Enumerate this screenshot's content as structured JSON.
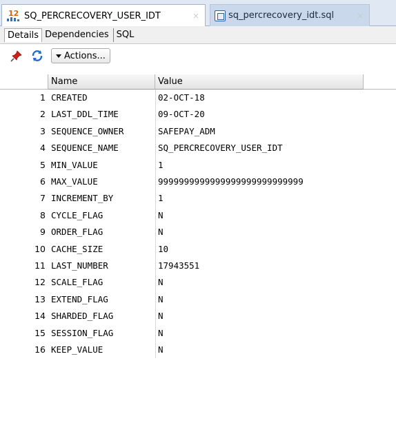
{
  "editor_tabs": [
    {
      "label": "SQ_PERCRECOVERY_USER_IDT",
      "icon": "sequence-icon",
      "icon_text": "12",
      "active": true
    },
    {
      "label": "sq_percrecovery_idt.sql",
      "icon": "sql-file-icon",
      "active": false
    }
  ],
  "close_glyph": "×",
  "sub_tabs": [
    "Details",
    "Dependencies",
    "SQL"
  ],
  "toolbar": {
    "actions_label": "Actions..."
  },
  "grid": {
    "columns": [
      "Name",
      "Value"
    ],
    "rows": [
      {
        "n": "1",
        "name": "CREATED",
        "value": "02-OCT-18"
      },
      {
        "n": "2",
        "name": "LAST_DDL_TIME",
        "value": "09-OCT-20"
      },
      {
        "n": "3",
        "name": "SEQUENCE_OWNER",
        "value": "SAFEPAY_ADM"
      },
      {
        "n": "4",
        "name": "SEQUENCE_NAME",
        "value": "SQ_PERCRECOVERY_USER_IDT"
      },
      {
        "n": "5",
        "name": "MIN_VALUE",
        "value": "1"
      },
      {
        "n": "6",
        "name": "MAX_VALUE",
        "value": "9999999999999999999999999999"
      },
      {
        "n": "7",
        "name": "INCREMENT_BY",
        "value": "1"
      },
      {
        "n": "8",
        "name": "CYCLE_FLAG",
        "value": "N"
      },
      {
        "n": "9",
        "name": "ORDER_FLAG",
        "value": "N"
      },
      {
        "n": "10",
        "name": "CACHE_SIZE",
        "value": "10"
      },
      {
        "n": "11",
        "name": "LAST_NUMBER",
        "value": "17943551"
      },
      {
        "n": "12",
        "name": "SCALE_FLAG",
        "value": "N"
      },
      {
        "n": "13",
        "name": "EXTEND_FLAG",
        "value": "N"
      },
      {
        "n": "14",
        "name": "SHARDED_FLAG",
        "value": "N"
      },
      {
        "n": "15",
        "name": "SESSION_FLAG",
        "value": "N"
      },
      {
        "n": "16",
        "name": "KEEP_VALUE",
        "value": "N"
      }
    ]
  },
  "colors": {
    "tab_strip": "#dfe8f3",
    "pin": "#d0201a",
    "refresh": "#1f6fc8"
  }
}
